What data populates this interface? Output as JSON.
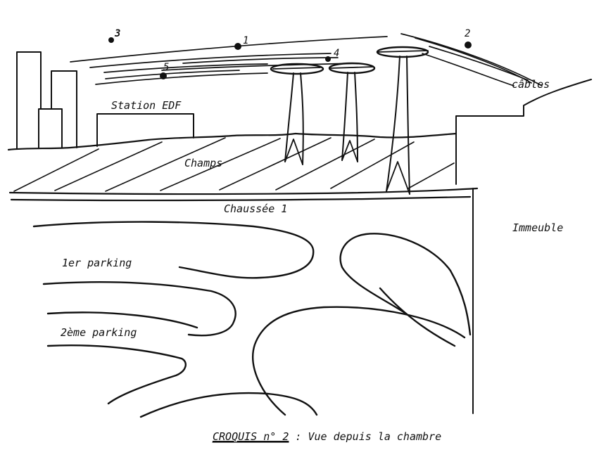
{
  "labels": {
    "station": "Station EDF",
    "fields": "Champs",
    "cables": "câbles",
    "road": "Chaussée 1",
    "building": "Immeuble",
    "parking1": "1er parking",
    "parking2": "2ème parking"
  },
  "markers": {
    "m1": "1",
    "m2": "2",
    "m3": "3",
    "m4": "4",
    "m5": "5"
  },
  "caption": {
    "title": "CROQUIS n° 2",
    "separator": " : ",
    "subtitle": "Vue depuis la chambre"
  }
}
